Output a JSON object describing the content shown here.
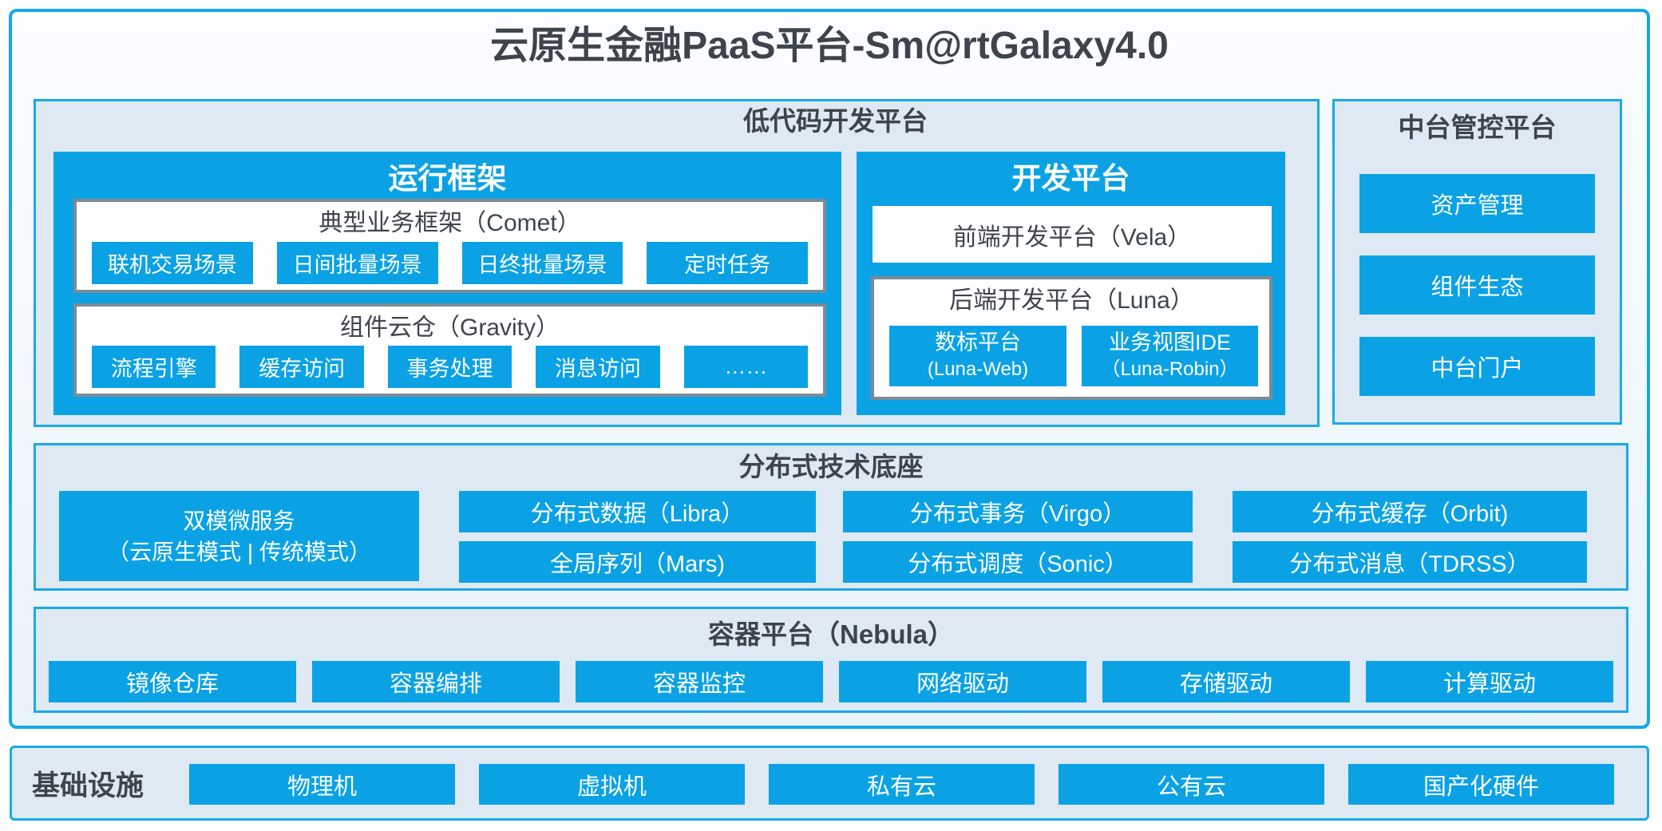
{
  "palette": {
    "primary_blue": "#0aa2e4",
    "border_blue": "#1ba9e8",
    "outer_border_blue": "#16a7e8",
    "panel_fill": "#dee9f4",
    "box_border_gray": "#7e8a96",
    "text_dark": "#3e444c",
    "text_white": "#ffffff"
  },
  "title": "云原生金融PaaS平台-Sm@rtGalaxy4.0",
  "low_code": {
    "title": "低代码开发平台",
    "runtime": {
      "title": "运行框架",
      "comet": {
        "title": "典型业务框架（Comet）",
        "items": [
          "联机交易场景",
          "日间批量场景",
          "日终批量场景",
          "定时任务"
        ]
      },
      "gravity": {
        "title": "组件云仓（Gravity）",
        "items": [
          "流程引擎",
          "缓存访问",
          "事务处理",
          "消息访问",
          "……"
        ]
      }
    },
    "dev": {
      "title": "开发平台",
      "vela_label": "前端开发平台（Vela）",
      "luna": {
        "title": "后端开发平台（Luna）",
        "items": [
          {
            "line1": "数标平台",
            "line2": "(Luna-Web)"
          },
          {
            "line1": "业务视图IDE",
            "line2": "（Luna-Robin）"
          }
        ]
      }
    }
  },
  "mid_platform": {
    "title": "中台管控平台",
    "items": [
      "资产管理",
      "组件生态",
      "中台门户"
    ]
  },
  "distributed": {
    "title": "分布式技术底座",
    "dual_mode": {
      "line1": "双模微服务",
      "line2": "（云原生模式 | 传统模式）"
    },
    "row1": [
      "分布式数据（Libra）",
      "分布式事务（Virgo）",
      "分布式缓存（Orbit)"
    ],
    "row2": [
      "全局序列（Mars)",
      "分布式调度（Sonic）",
      "分布式消息（TDRSS）"
    ]
  },
  "container_platform": {
    "title": "容器平台（Nebula）",
    "items": [
      "镜像仓库",
      "容器编排",
      "容器监控",
      "网络驱动",
      "存储驱动",
      "计算驱动"
    ]
  },
  "infrastructure": {
    "title": "基础设施",
    "items": [
      "物理机",
      "虚拟机",
      "私有云",
      "公有云",
      "国产化硬件"
    ]
  }
}
